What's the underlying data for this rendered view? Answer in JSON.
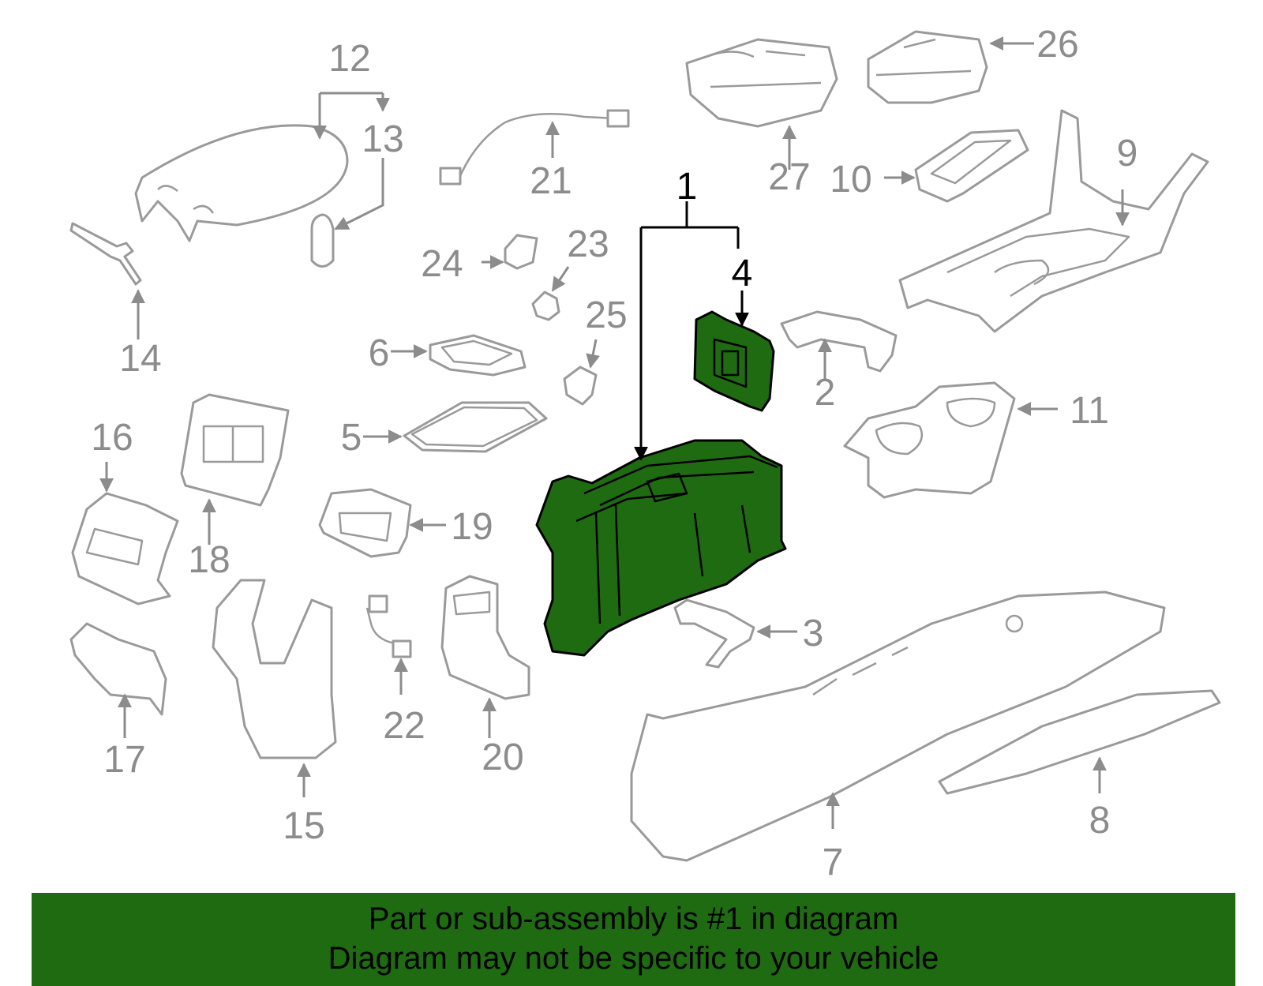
{
  "banner": {
    "line1": "Part or sub-assembly is #1 in diagram",
    "line2": "Diagram may not be specific to your vehicle",
    "background": "#1f6b12"
  },
  "colors": {
    "highlight": "#1f6b12",
    "outline": "#9a9a9a",
    "callout_text": "#8c8c8c"
  },
  "callouts": {
    "c1": "1",
    "c2": "2",
    "c3": "3",
    "c4": "4",
    "c5": "5",
    "c6": "6",
    "c7": "7",
    "c8": "8",
    "c9": "9",
    "c10": "10",
    "c11": "11",
    "c12": "12",
    "c13": "13",
    "c14": "14",
    "c15": "15",
    "c16": "16",
    "c17": "17",
    "c18": "18",
    "c19": "19",
    "c20": "20",
    "c21": "21",
    "c22": "22",
    "c23": "23",
    "c24": "24",
    "c25": "25",
    "c26": "26",
    "c27": "27"
  }
}
